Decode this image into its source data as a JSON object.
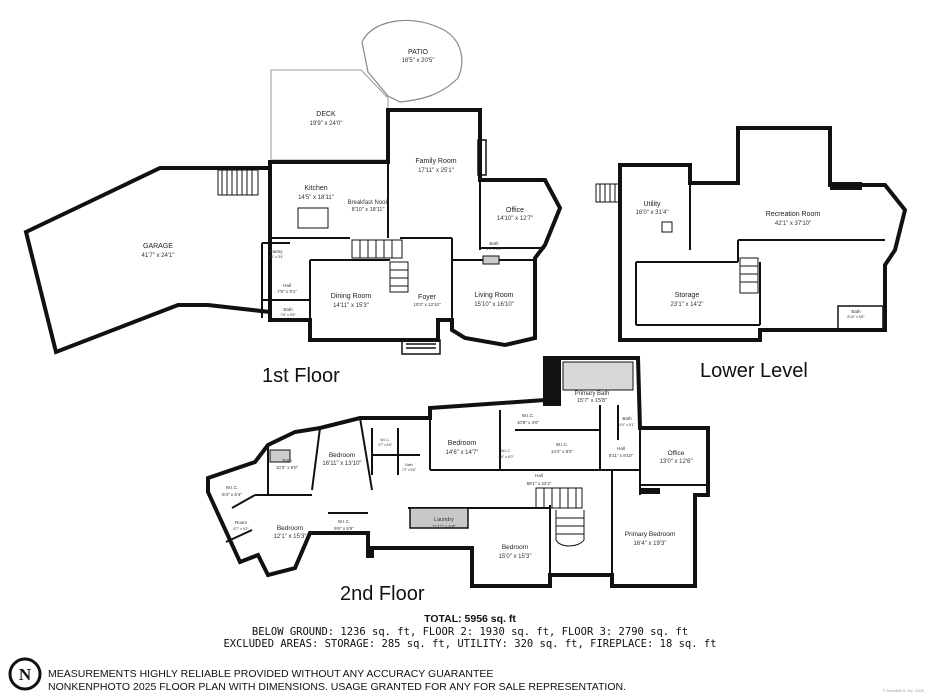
{
  "floors": {
    "first": {
      "title": "1st Floor",
      "rooms": [
        {
          "name": "PATIO",
          "dims": "18'5\" x 20'5\""
        },
        {
          "name": "DECK",
          "dims": "19'9\" x 24'0\""
        },
        {
          "name": "Family Room",
          "dims": "17'11\" x 25'1\""
        },
        {
          "name": "Kitchen",
          "dims": "14'5\" x 18'11\""
        },
        {
          "name": "Breakfast Nook",
          "dims": "8'10\" x 18'11\""
        },
        {
          "name": "Office",
          "dims": "14'10\" x 12'7\""
        },
        {
          "name": "GARAGE",
          "dims": "41'7\" x 24'1\""
        },
        {
          "name": "Pantry",
          "dims": "3'6\" x 3'4\""
        },
        {
          "name": "Bath",
          "dims": "5'3\" x 5'8\""
        },
        {
          "name": "Hall",
          "dims": "7'8\" x 9'1\""
        },
        {
          "name": "Dining Room",
          "dims": "14'11\" x 15'3\""
        },
        {
          "name": "Foyer",
          "dims": "10'3\" x 12'10\""
        },
        {
          "name": "Living Room",
          "dims": "15'10\" x 16'10\""
        },
        {
          "name": "Bath",
          "dims": "7'6\" x 5'6\""
        }
      ]
    },
    "lower": {
      "title": "Lower Level",
      "rooms": [
        {
          "name": "Utility",
          "dims": "16'0\" x 31'4\""
        },
        {
          "name": "Recreation Room",
          "dims": "42'1\" x 37'10\""
        },
        {
          "name": "Storage",
          "dims": "23'1\" x 14'2\""
        },
        {
          "name": "Bath",
          "dims": "8'10\" x 5'6\""
        }
      ]
    },
    "second": {
      "title": "2nd Floor",
      "rooms": [
        {
          "name": "Primary Bath",
          "dims": "15'7\" x 15'8\""
        },
        {
          "name": "W.I.C.",
          "dims": "10'8\" x 4'0\""
        },
        {
          "name": "Bedroom",
          "dims": "14'6\" x 14'7\""
        },
        {
          "name": "W.I.C.",
          "dims": "14'4\" x 8'0\""
        },
        {
          "name": "Bath",
          "dims": "9'0\" x 5'1\""
        },
        {
          "name": "Office",
          "dims": "13'0\" x 12'6\""
        },
        {
          "name": "Bedroom",
          "dims": "16'11\" x 13'10\""
        },
        {
          "name": "Bath",
          "dims": "10'3\" x 9'0\""
        },
        {
          "name": "W.I.C.",
          "dims": "4'5\" x 6'0\""
        },
        {
          "name": "Hall",
          "dims": "8'11\" x 8'10\""
        },
        {
          "name": "Hall",
          "dims": "58'1\" x 22'4\""
        },
        {
          "name": "W.I.C.",
          "dims": "8'4\" x 6'4\""
        },
        {
          "name": "Room",
          "dims": "5'7\" x 9'2\""
        },
        {
          "name": "Bedroom",
          "dims": "12'1\" x 15'3\""
        },
        {
          "name": "W.I.C.",
          "dims": "9'6\" x 5'9\""
        },
        {
          "name": "Laundry",
          "dims": "11'11\" x 6'8\""
        },
        {
          "name": "Bedroom",
          "dims": "15'0\" x 15'3\""
        },
        {
          "name": "Primary Bedroom",
          "dims": "16'4\" x 19'3\""
        },
        {
          "name": "W.I.C.",
          "dims": "4'7\" x 5'6\""
        },
        {
          "name": "Bath",
          "dims": "7'2\" x 5'6\""
        }
      ]
    }
  },
  "summary": {
    "total": "TOTAL: 5956 sq. ft",
    "line1": "BELOW GROUND: 1236 sq. ft, FLOOR 2: 1930 sq. ft, FLOOR 3: 2790 sq. ft",
    "line2": "EXCLUDED AREAS: STORAGE: 285 sq. ft, UTILITY: 320 sq. ft, FIREPLACE: 18 sq. ft"
  },
  "footer": {
    "line1": "MEASUREMENTS HIGHLY RELIABLE PROVIDED WITHOUT ANY ACCURACY GUARANTEE",
    "line2": "NONKENPHOTO 2025  FLOOR PLAN WITH DIMENSIONS. USAGE GRANTED FOR ANY FOR SALE REPRESENTATION.",
    "logo_letter": "N",
    "credit": "© SmartMLS, Inc. 2025"
  }
}
